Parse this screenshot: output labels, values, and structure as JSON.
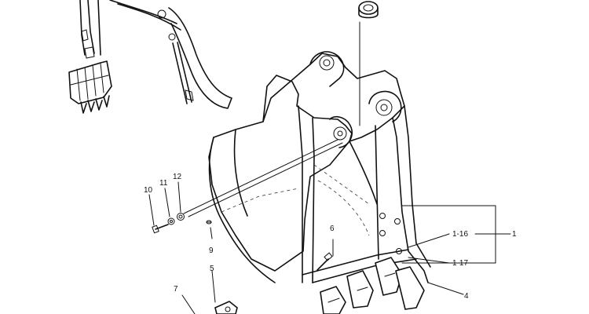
{
  "callouts": {
    "c1": "1",
    "c1_16": "1-16",
    "c1_17": "1-17",
    "c4": "4",
    "c5": "5",
    "c6": "6",
    "c7": "7",
    "c9": "9",
    "c10": "10",
    "c11": "11",
    "c12": "12"
  },
  "colors": {
    "line": "#111111",
    "background": "#ffffff"
  }
}
